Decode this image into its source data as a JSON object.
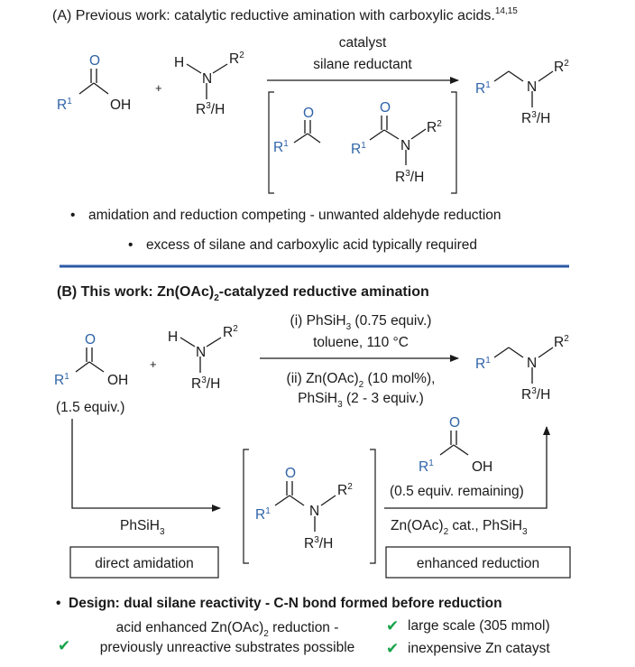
{
  "section_a": {
    "title": "(A) Previous work: catalytic reductive amination with carboxylic acids.",
    "title_refs": "14,15",
    "conditions_line1": "catalyst",
    "conditions_line2": "silane reductant",
    "bullet1": "amidation and reduction competing - unwanted aldehyde reduction",
    "bullet2": "excess of silane and carboxylic acid typically required"
  },
  "section_b": {
    "title_pre": "(B) This work: Zn(OAc)",
    "title_sub": "2",
    "title_post": "-catalyzed reductive amination",
    "step1_pre": "(i) PhSiH",
    "step1_sub": "3",
    "step1_post": " (0.75 equiv.)",
    "step1_cond": "toluene, 110 °C",
    "step2_pre": "(ii) Zn(OAc)",
    "step2_sub": "2",
    "step2_post": " (10 mol%),",
    "step2b_pre": "PhSiH",
    "step2b_sub": "3",
    "step2b_post": " (2 - 3 equiv.)",
    "acid_equiv": "(1.5 equiv.)",
    "remaining": "(0.5 equiv. remaining)",
    "reagent_left_pre": "PhSiH",
    "reagent_left_sub": "3",
    "reagent_right_pre": "Zn(OAc)",
    "reagent_right_sub": "2",
    "reagent_right_mid": " cat., PhSiH",
    "reagent_right_sub2": "3",
    "box_left": "direct amidation",
    "box_right": "enhanced reduction",
    "design": "Design: dual silane reactivity - C-N bond formed before reduction",
    "check1_line1_pre": "acid enhanced Zn(OAc)",
    "check1_line1_sub": "2",
    "check1_line1_post": " reduction -",
    "check1_line2": "previously unreactive substrates possible",
    "check2": "large scale (305 mmol)",
    "check3": "inexpensive Zn catayst"
  },
  "atoms": {
    "O": "O",
    "OH": "OH",
    "N": "N",
    "H": "H",
    "R1": "R",
    "R2": "R",
    "R3H_pre": "R",
    "R3H_post": "/H",
    "plus": "+",
    "bullet": "•",
    "check": "✔",
    "sup1": "1",
    "sup2": "2",
    "sup3": "3"
  },
  "colors": {
    "blue": "#2f63a8",
    "black": "#1a1a1a",
    "divider": "#2b5aa6",
    "check_green": "#17a34a"
  }
}
